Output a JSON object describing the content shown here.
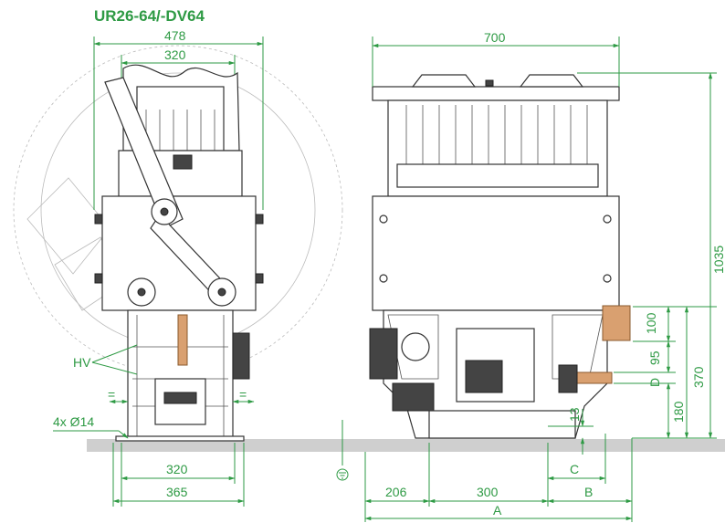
{
  "title": "UR26-64/-DV64",
  "labels": {
    "hv": "HV",
    "holes": "4x Ø14",
    "eq_left": "=",
    "eq_right": "="
  },
  "dimensions": {
    "left_width_top": "478",
    "left_width_inner": "320",
    "left_base_inner": "320",
    "left_base_outer": "365",
    "right_width_top": "700",
    "total_height": "1035",
    "height_370": "370",
    "height_100": "100",
    "height_95": "95",
    "height_180": "180",
    "height_13": "13",
    "d_label": "D",
    "c_label": "C",
    "a_label": "A",
    "b_label": "B",
    "base_206": "206",
    "base_300": "300"
  },
  "colors": {
    "dimension_green": "#2e9a44",
    "copper": "#d9a070",
    "floor": "#c8c8c8"
  }
}
